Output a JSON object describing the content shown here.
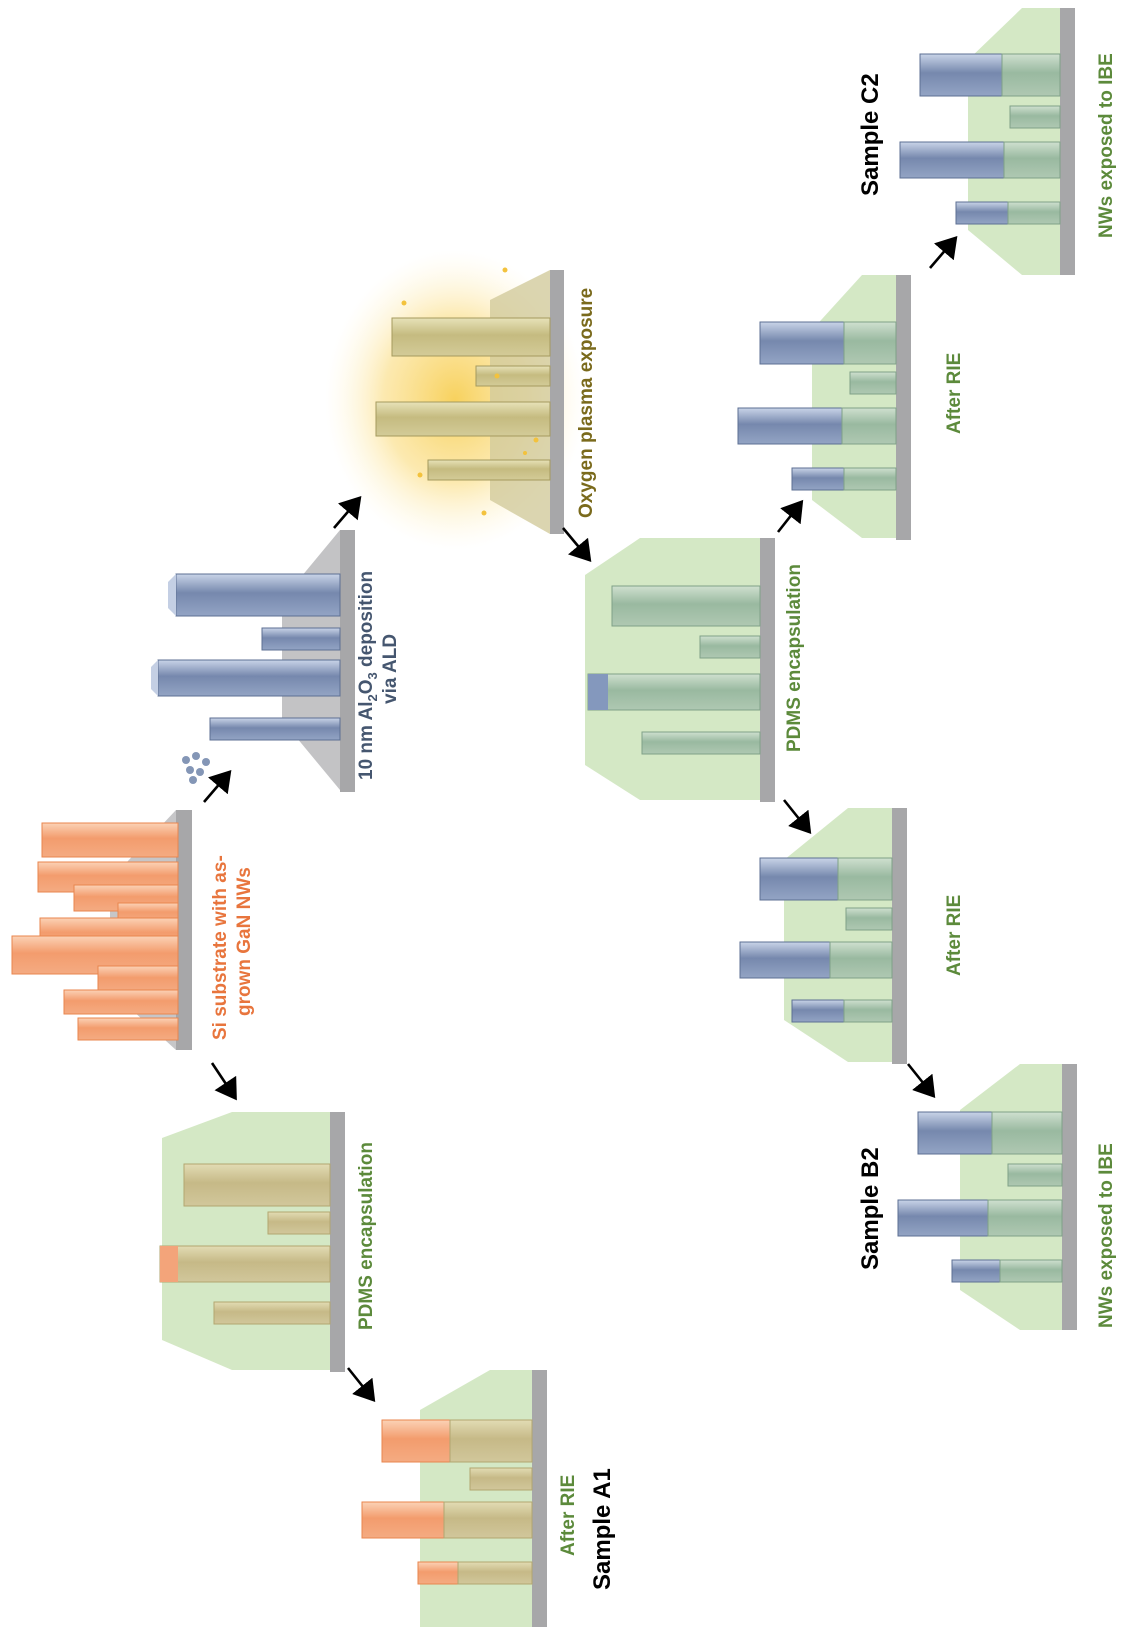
{
  "labels": {
    "si_substrate_line1": "Si substrate with as-",
    "si_substrate_line2": "grown GaN NWs",
    "ald_line1_a": "10 nm Al",
    "ald_sub2": "2",
    "ald_O": "O",
    "ald_sub3": "3",
    "ald_line1_b": " deposition",
    "ald_line2": "via ALD",
    "oxygen_plasma": "Oxygen plasma exposure",
    "pdms_left": "PDMS encapsulation",
    "pdms_center": "PDMS encapsulation",
    "after_rie_a1": "After RIE",
    "sample_a1": "Sample A1",
    "after_rie_b": "After RIE",
    "after_rie_c": "After RIE",
    "sample_b2": "Sample B2",
    "sample_c2": "Sample C2",
    "ibe_b2": "NWs exposed to IBE",
    "ibe_c2": "NWs exposed to IBE"
  },
  "colors": {
    "gan_orange": "#f29a6a",
    "alumina_blue": "#7f93b8",
    "pdms_green": "#cfe6bf",
    "oxidized_olive": "#c9c08a",
    "substrate_gray": "#a7a7a9",
    "label_orange": "#e8753d",
    "label_green": "#5c8a3b",
    "label_navy": "#45566f",
    "label_olive": "#7a6a1c"
  }
}
